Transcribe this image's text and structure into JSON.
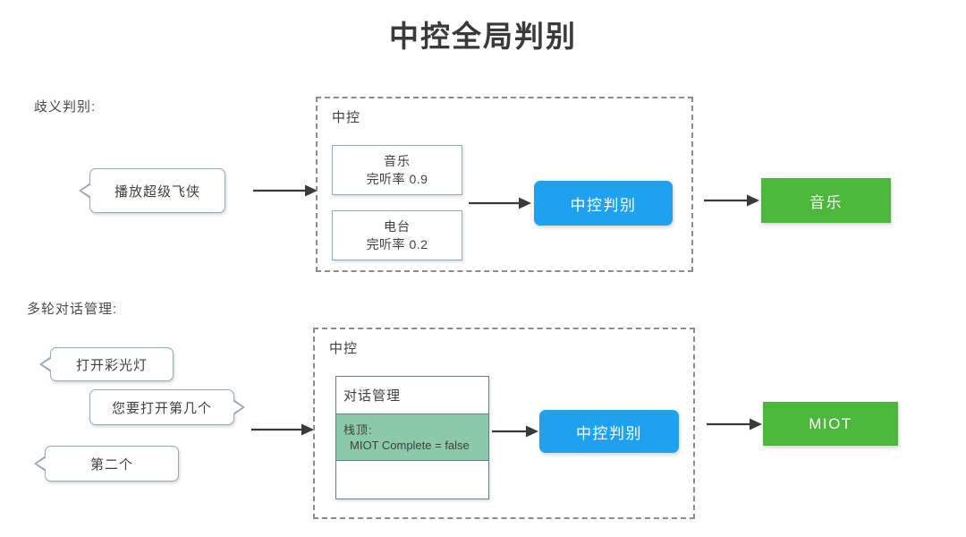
{
  "page": {
    "title": "中控全局判别",
    "background_color": "#ffffff"
  },
  "colors": {
    "title_text": "#3a3a3a",
    "decision_blue": "#1ea2f0",
    "result_green": "#4db63c",
    "stack_top_green": "#8cc9a8",
    "bubble_border": "#9aa7b8",
    "dashed_border": "#8c8c8c",
    "arrow": "#3a3a3a"
  },
  "sections": {
    "ambiguity": {
      "label": "歧义判别:",
      "bubbles": [
        {
          "text": "播放超级飞侠",
          "tail": "left"
        }
      ],
      "container": {
        "title": "中控",
        "cards": [
          {
            "line1": "音乐",
            "line2": "完听率 0.9"
          },
          {
            "line1": "电台",
            "line2": "完听率 0.2"
          }
        ]
      },
      "decision": {
        "label": "中控判别"
      },
      "result": {
        "label": "音乐"
      }
    },
    "multiturn": {
      "label": "多轮对话管理:",
      "bubbles": [
        {
          "text": "打开彩光灯",
          "tail": "left"
        },
        {
          "text": "您要打开第几个",
          "tail": "right"
        },
        {
          "text": "第二个",
          "tail": "left"
        }
      ],
      "container": {
        "title": "中控",
        "stack": {
          "header": "对话管理",
          "top_label": "栈顶:",
          "top_value": "MIOT Complete = false",
          "empty_row": ""
        }
      },
      "decision": {
        "label": "中控判别"
      },
      "result": {
        "label": "MIOT"
      }
    }
  },
  "icons": {
    "arrow_right": "arrow-right-icon"
  }
}
